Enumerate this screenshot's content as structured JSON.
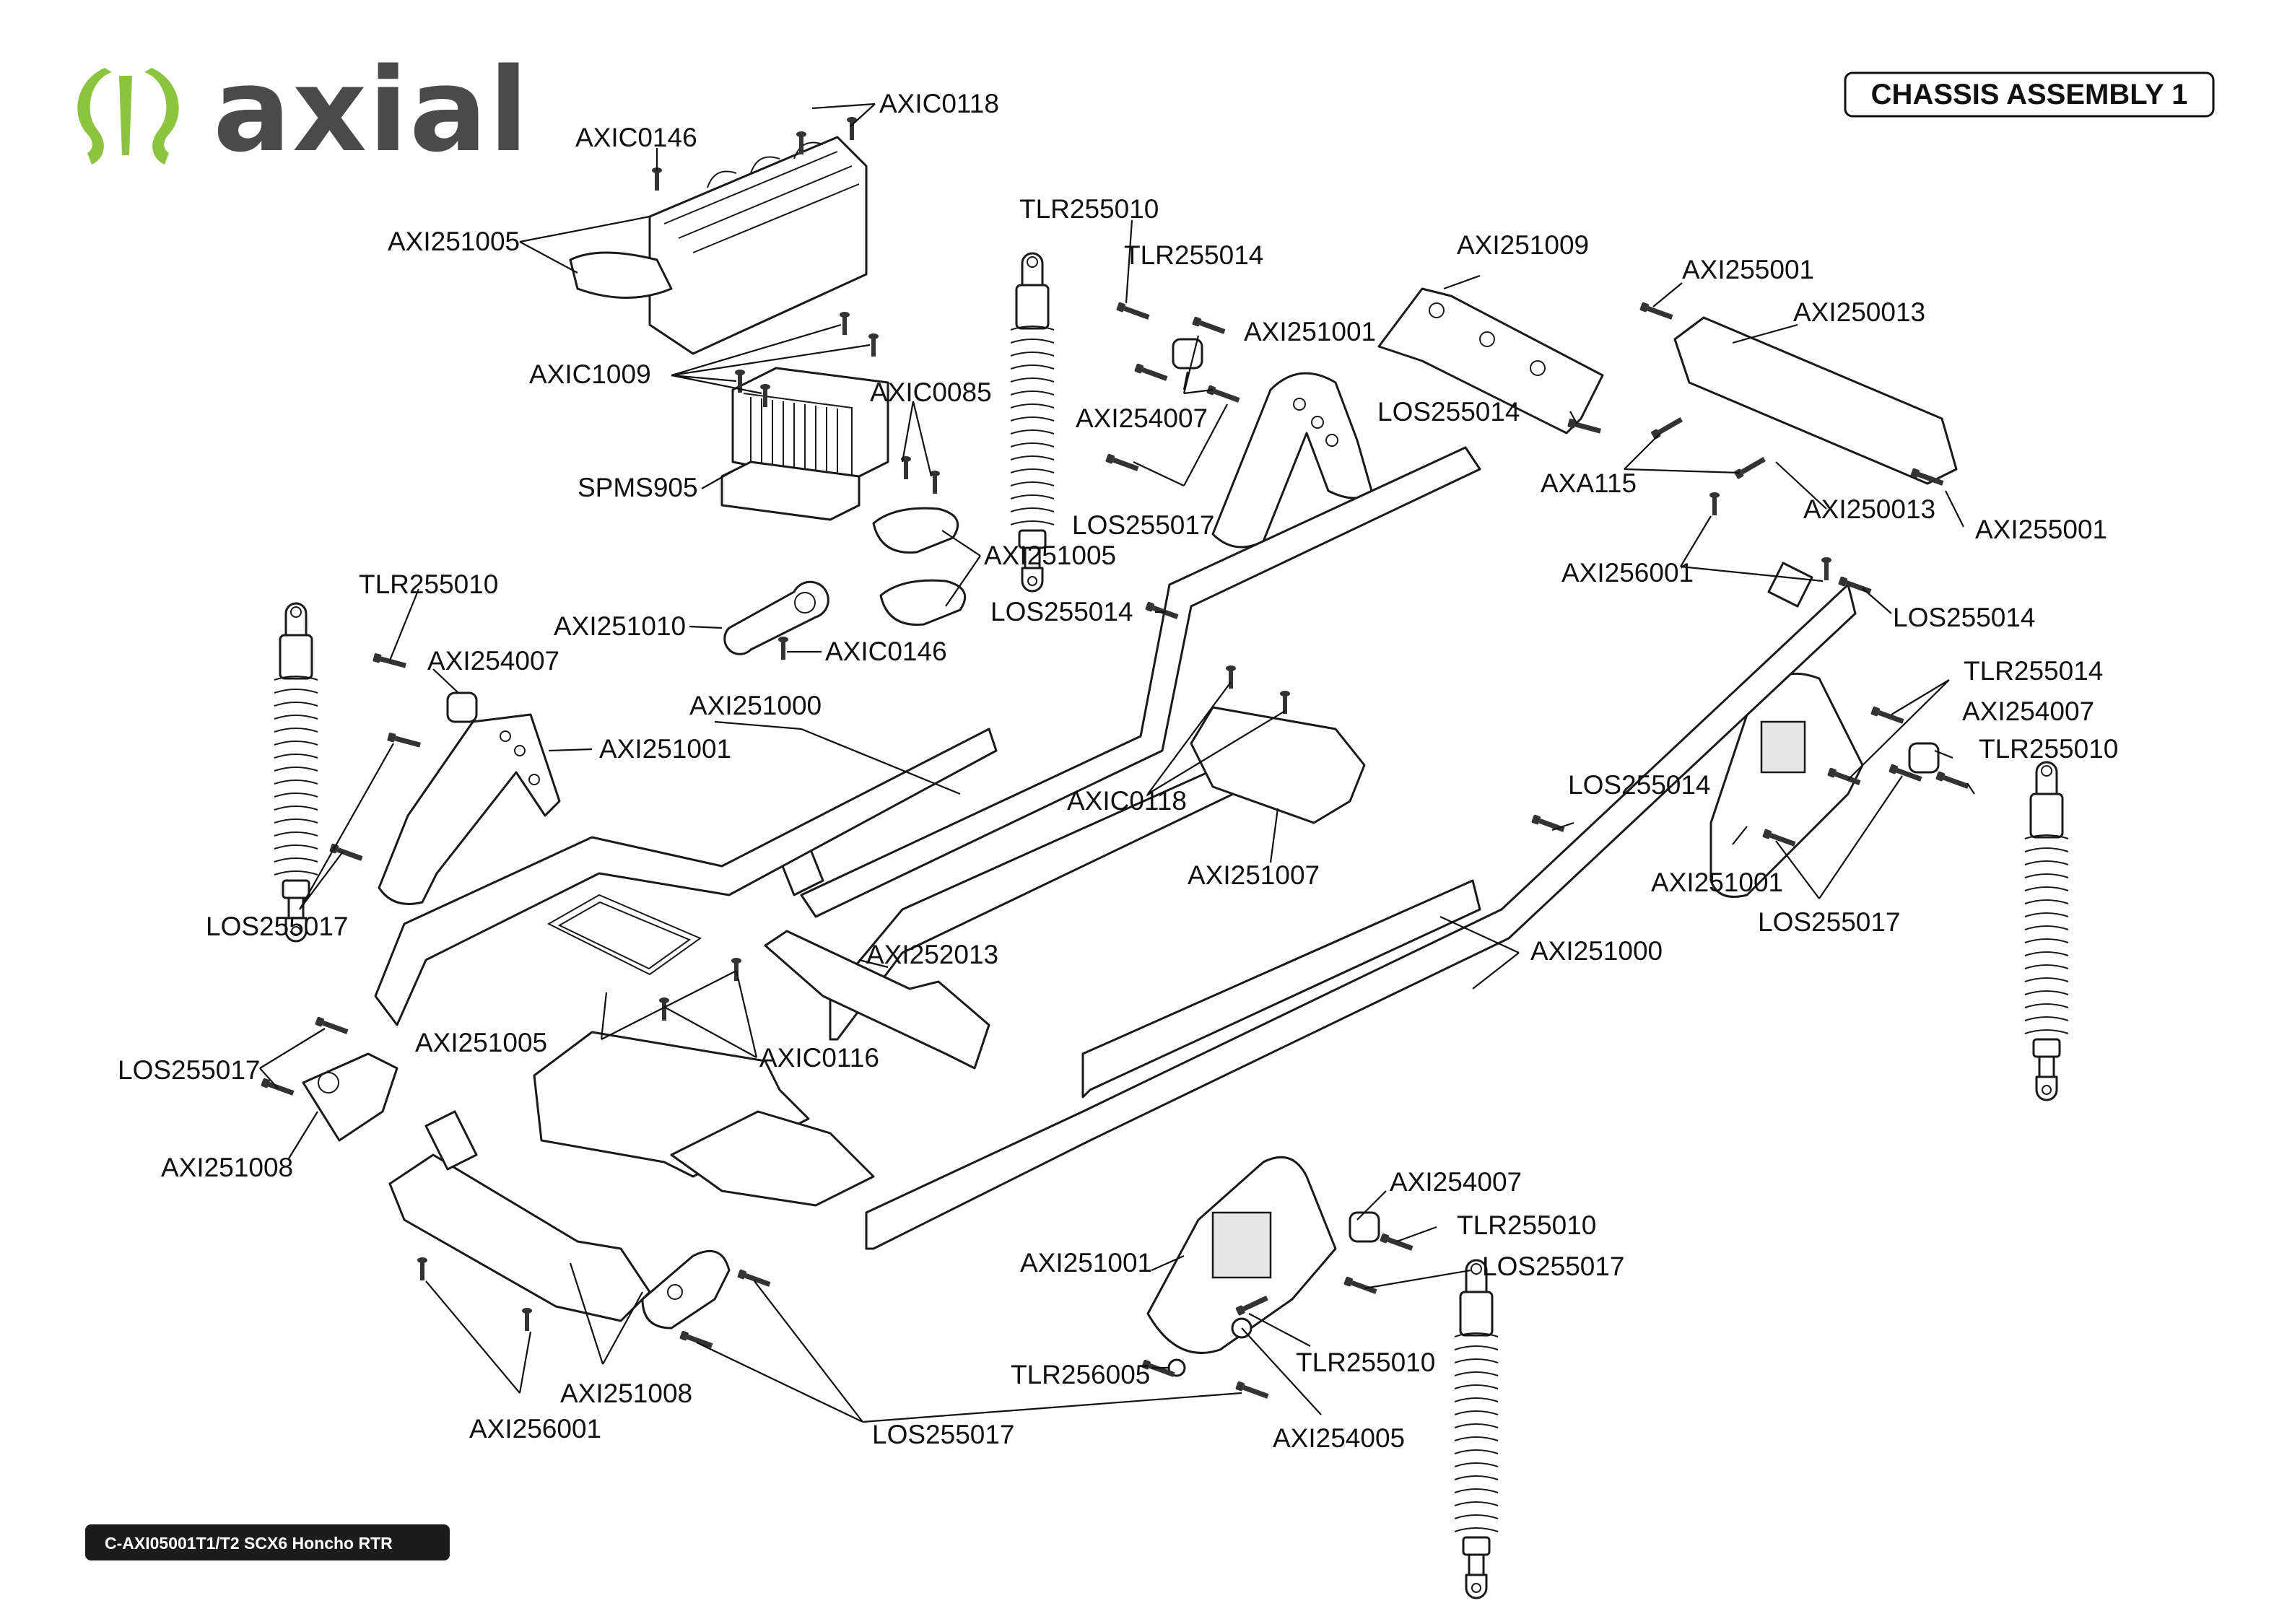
{
  "brand": {
    "wordmark": "axial",
    "logo_icon": "axial-logo-icon",
    "logo_color": "#8cc43f",
    "wordmark_color": "#4a4a4a"
  },
  "header": {
    "title": "CHASSIS ASSEMBLY 1"
  },
  "footer": {
    "label": "C-AXI05001T1/T2 SCX6 Honcho RTR"
  },
  "labels": [
    "AXIC0118",
    "AXIC0146",
    "AXI251005",
    "AXIC1009",
    "SPMS905",
    "AXIC0085",
    "AXI251005",
    "AXI251010",
    "AXIC0146",
    "TLR255010",
    "TLR255014",
    "AXI251001",
    "AXI254007",
    "LOS255017",
    "AXI251009",
    "LOS255014",
    "AXI255001",
    "AXI250013",
    "AXA115",
    "AXI250013",
    "AXI255001",
    "AXI256001",
    "LOS255014",
    "LOS255014",
    "TLR255010",
    "AXI254007",
    "AXI251001",
    "AXI251000",
    "AXIC0118",
    "AXI251007",
    "LOS255017",
    "TLR255014",
    "AXI254007",
    "TLR255010",
    "LOS255014",
    "AXI251001",
    "LOS255017",
    "AXI251000",
    "AXI252013",
    "AXI251005",
    "AXIC0116",
    "LOS255017",
    "AXI251008",
    "AXI254007",
    "TLR255010",
    "LOS255017",
    "AXI251001",
    "TLR255010",
    "TLR256005",
    "AXI254005",
    "AXI251008",
    "AXI256001",
    "LOS255017"
  ]
}
